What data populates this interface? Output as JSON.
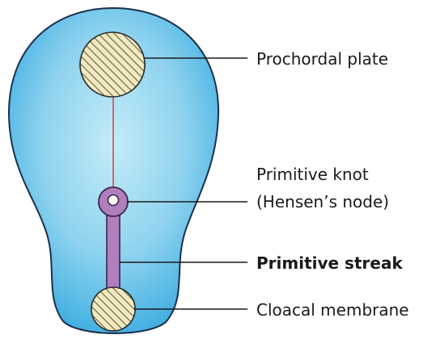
{
  "labels": {
    "prochordal_plate": "Prochordal plate",
    "primitive_knot_line1": "Primitive knot",
    "primitive_knot_line2": "(Hensen’s node)",
    "primitive_streak": "Primitive streak",
    "cloacal_membrane": "Cloacal membrane"
  },
  "colors": {
    "disc_fill_center": "#bfe9f7",
    "disc_fill_edge": "#39aee0",
    "disc_outline": "#1b2f4d",
    "plate_fill": "#f2eabd",
    "hatch_line": "#2a2a2a",
    "streak_fill": "#b07fbe",
    "streak_outline": "#3d2446",
    "notochord_line": "#e0323a",
    "leader_line": "#1a1a1a",
    "text": "#1a1a1a"
  }
}
